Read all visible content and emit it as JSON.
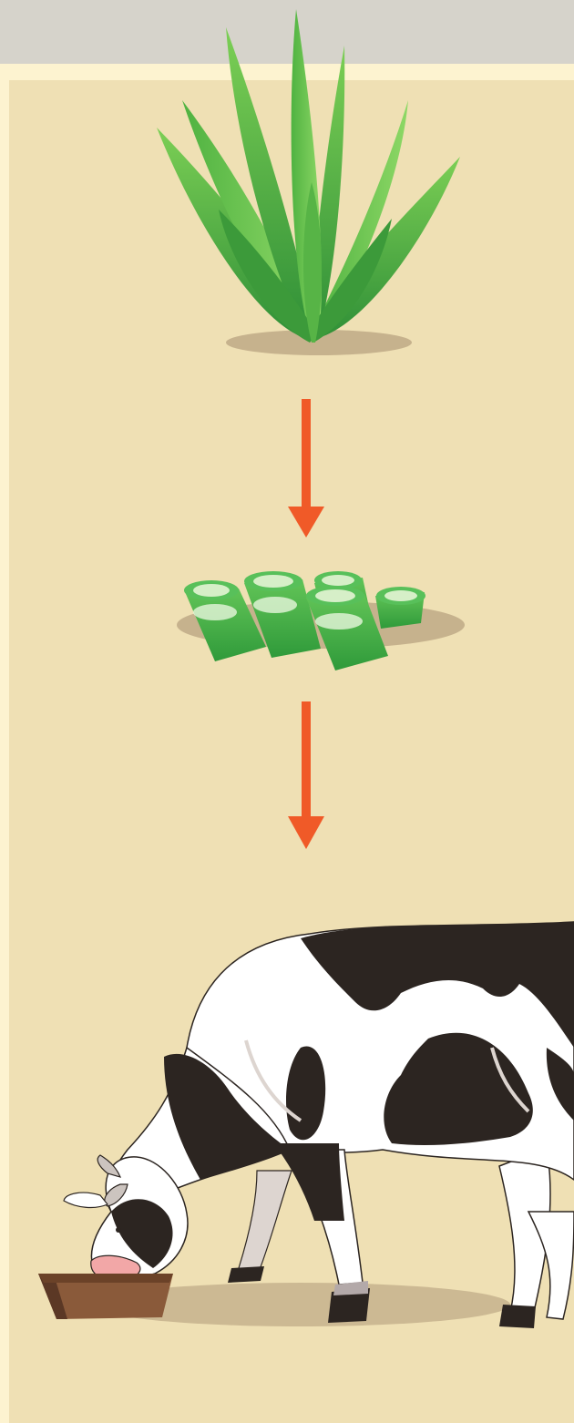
{
  "diagram": {
    "nodes": [
      {
        "id": "aloe-plant",
        "icon": "aloe-vera-plant"
      },
      {
        "id": "aloe-pieces",
        "icon": "cut-aloe-pieces"
      },
      {
        "id": "cow",
        "icon": "cow-eating-from-trough"
      }
    ],
    "edges": [
      {
        "from": "aloe-plant",
        "to": "aloe-pieces"
      },
      {
        "from": "aloe-pieces",
        "to": "cow"
      }
    ]
  },
  "colors": {
    "background": "#efe0b4",
    "top_bar": "#d6d3cb",
    "arrow": "#f05a28",
    "aloe_green": "#3fa33c",
    "cow_dark": "#2c2521",
    "trough": "#8a5a3a"
  }
}
